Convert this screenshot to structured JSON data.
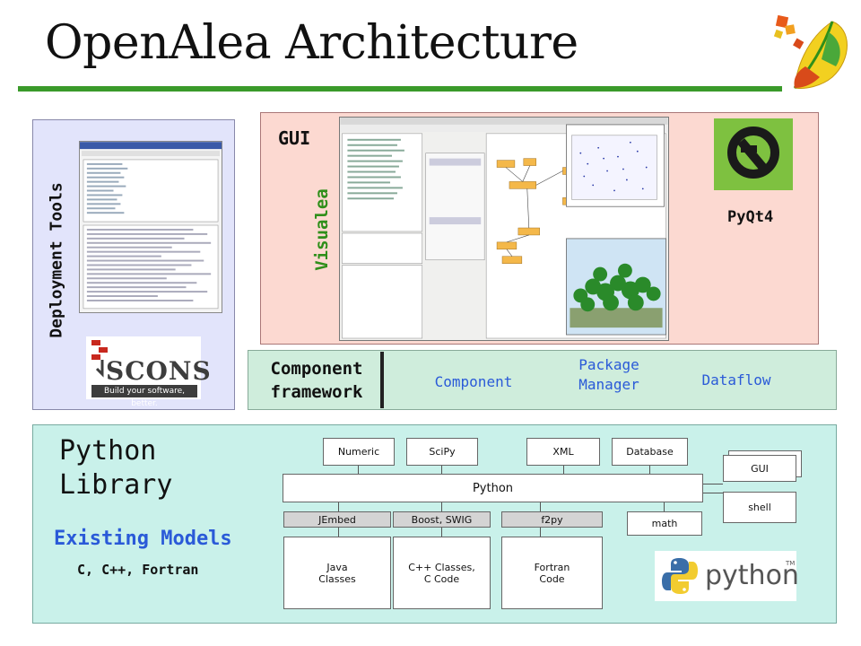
{
  "title": "OpenAlea Architecture",
  "colors": {
    "title_rule": "#3a9a2a",
    "deploy_panel": "#e2e4fb",
    "gui_panel": "#fcd9d1",
    "component_panel": "#cfeddc",
    "python_panel": "#c9f1ea",
    "accent_blue": "#2a5ad8",
    "accent_green": "#2f8f1a"
  },
  "deployment": {
    "label": "Deployment Tools",
    "scons_logo_text": "SCONS",
    "scons_tagline": "Build your software, better."
  },
  "gui": {
    "label": "GUI",
    "visualea_label": "Visualea",
    "pyqt_label": "PyQt4"
  },
  "component_framework": {
    "label_line1": "Component",
    "label_line2": "framework",
    "items": {
      "component": "Component",
      "package_line1": "Package",
      "package_line2": "Manager",
      "dataflow": "Dataflow"
    }
  },
  "python_library": {
    "label_line1": "Python",
    "label_line2": "Library",
    "existing_models": "Existing Models",
    "languages": "C, C++, Fortran",
    "python_logo_text": "python",
    "python_logo_tm": "TM",
    "boxes": {
      "numeric": "Numeric",
      "scipy": "SciPy",
      "xml": "XML",
      "database": "Database",
      "python": "Python",
      "gui": "GUI",
      "shell": "shell",
      "jembed": "JEmbed",
      "boost_swig": "Boost, SWIG",
      "f2py": "f2py",
      "math": "math",
      "java_line1": "Java",
      "java_line2": "Classes",
      "cpp_line1": "C++ Classes,",
      "cpp_line2": "C Code",
      "fortran_line1": "Fortran",
      "fortran_line2": "Code"
    }
  }
}
